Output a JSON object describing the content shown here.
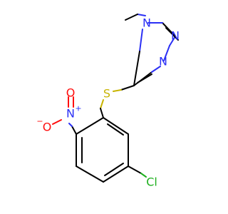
{
  "molecule": {
    "atoms": {
      "N_ring_methyl": "N",
      "N_ring_a": "N",
      "N_ring_b": "N",
      "S": "S",
      "N_nitro": "N",
      "O_top": "O",
      "O_left": "O",
      "Cl": "Cl"
    },
    "charges": {
      "N_nitro": "+",
      "O_left": "−"
    },
    "colors": {
      "carbon": "#000000",
      "nitrogen": "#2b30f5",
      "sulfur": "#c8b400",
      "oxygen": "#ff0d0d",
      "chlorine": "#1fb01f"
    }
  }
}
